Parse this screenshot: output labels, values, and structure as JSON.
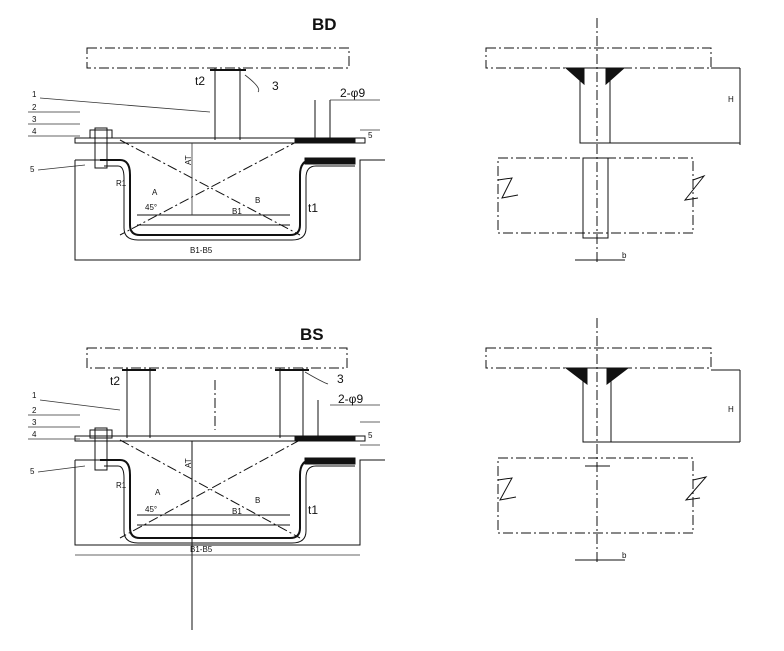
{
  "top_view": {
    "title": "BD",
    "labels": {
      "part1": "1",
      "part2": "2",
      "part3": "3",
      "part4": "4",
      "part5": "5",
      "t2": "t2",
      "t1": "t1",
      "bolt_hole": "2-φ9",
      "at": "AT",
      "a": "A",
      "b": "B",
      "b1": "B1",
      "r1": "R1",
      "angle": "45°",
      "width_dim": "B1-B5"
    }
  },
  "bottom_view": {
    "title": "BS",
    "labels": {
      "part1": "1",
      "part2": "2",
      "part3": "3",
      "part4": "4",
      "part5": "5",
      "t2": "t2",
      "t1": "t1",
      "bolt_hole": "2-φ9",
      "at": "AT",
      "a": "A",
      "b": "B",
      "b1": "B1",
      "r1": "R1",
      "angle": "45°",
      "width_dim": "B1-B5",
      "dim_5": "5"
    }
  },
  "side_top": {
    "h": "H",
    "b": "b"
  },
  "side_bottom": {
    "h": "H",
    "b": "b"
  }
}
